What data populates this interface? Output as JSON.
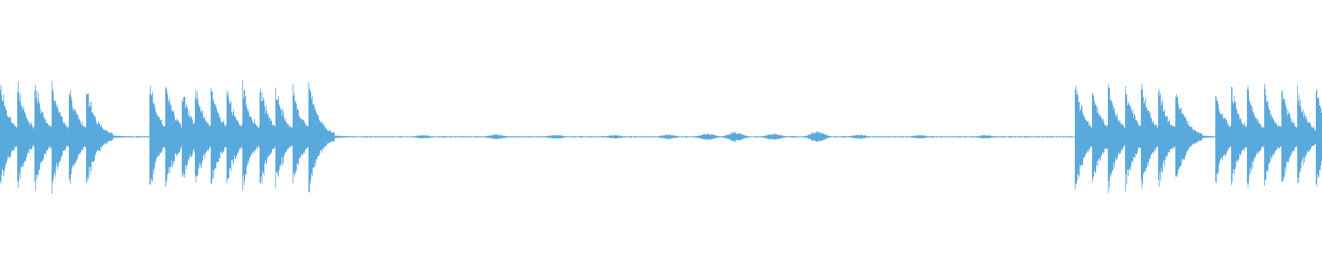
{
  "waveform": {
    "color": "#5aa9dc",
    "background": "#ffffff",
    "amplitude_max": 1.0,
    "noise_floor": 0.012,
    "bursts": [
      {
        "t": 0.0,
        "peak": 0.92,
        "decay": 0.03
      },
      {
        "t": 0.013,
        "peak": 0.94,
        "decay": 0.03
      },
      {
        "t": 0.026,
        "peak": 0.96,
        "decay": 0.03
      },
      {
        "t": 0.039,
        "peak": 0.93,
        "decay": 0.03
      },
      {
        "t": 0.052,
        "peak": 0.9,
        "decay": 0.03
      },
      {
        "t": 0.065,
        "peak": 0.88,
        "decay": 0.03
      },
      {
        "t": 0.113,
        "peak": 0.94,
        "decay": 0.03
      },
      {
        "t": 0.125,
        "peak": 0.98,
        "decay": 0.03
      },
      {
        "t": 0.137,
        "peak": 0.9,
        "decay": 0.03
      },
      {
        "t": 0.147,
        "peak": 0.93,
        "decay": 0.03
      },
      {
        "t": 0.159,
        "peak": 0.95,
        "decay": 0.03
      },
      {
        "t": 0.171,
        "peak": 0.92,
        "decay": 0.03
      },
      {
        "t": 0.183,
        "peak": 0.94,
        "decay": 0.03
      },
      {
        "t": 0.196,
        "peak": 0.96,
        "decay": 0.03
      },
      {
        "t": 0.208,
        "peak": 0.93,
        "decay": 0.03
      },
      {
        "t": 0.221,
        "peak": 0.9,
        "decay": 0.03
      },
      {
        "t": 0.233,
        "peak": 0.97,
        "decay": 0.03
      },
      {
        "t": 0.813,
        "peak": 0.96,
        "decay": 0.03
      },
      {
        "t": 0.826,
        "peak": 0.9,
        "decay": 0.03
      },
      {
        "t": 0.838,
        "peak": 0.93,
        "decay": 0.03
      },
      {
        "t": 0.851,
        "peak": 0.92,
        "decay": 0.03
      },
      {
        "t": 0.863,
        "peak": 0.96,
        "decay": 0.03
      },
      {
        "t": 0.876,
        "peak": 0.9,
        "decay": 0.03
      },
      {
        "t": 0.889,
        "peak": 0.88,
        "decay": 0.03
      },
      {
        "t": 0.919,
        "peak": 0.86,
        "decay": 0.03
      },
      {
        "t": 0.931,
        "peak": 0.88,
        "decay": 0.03
      },
      {
        "t": 0.943,
        "peak": 0.9,
        "decay": 0.03
      },
      {
        "t": 0.956,
        "peak": 0.86,
        "decay": 0.03
      },
      {
        "t": 0.969,
        "peak": 0.88,
        "decay": 0.03
      },
      {
        "t": 0.981,
        "peak": 0.86,
        "decay": 0.03
      },
      {
        "t": 0.995,
        "peak": 0.9,
        "decay": 0.03
      }
    ],
    "soft_bumps": [
      {
        "t": 0.32,
        "peak": 0.03
      },
      {
        "t": 0.375,
        "peak": 0.045
      },
      {
        "t": 0.42,
        "peak": 0.035
      },
      {
        "t": 0.465,
        "peak": 0.03
      },
      {
        "t": 0.505,
        "peak": 0.04
      },
      {
        "t": 0.535,
        "peak": 0.06
      },
      {
        "t": 0.556,
        "peak": 0.085
      },
      {
        "t": 0.585,
        "peak": 0.055
      },
      {
        "t": 0.618,
        "peak": 0.09
      },
      {
        "t": 0.65,
        "peak": 0.035
      },
      {
        "t": 0.695,
        "peak": 0.03
      },
      {
        "t": 0.745,
        "peak": 0.03
      }
    ]
  }
}
